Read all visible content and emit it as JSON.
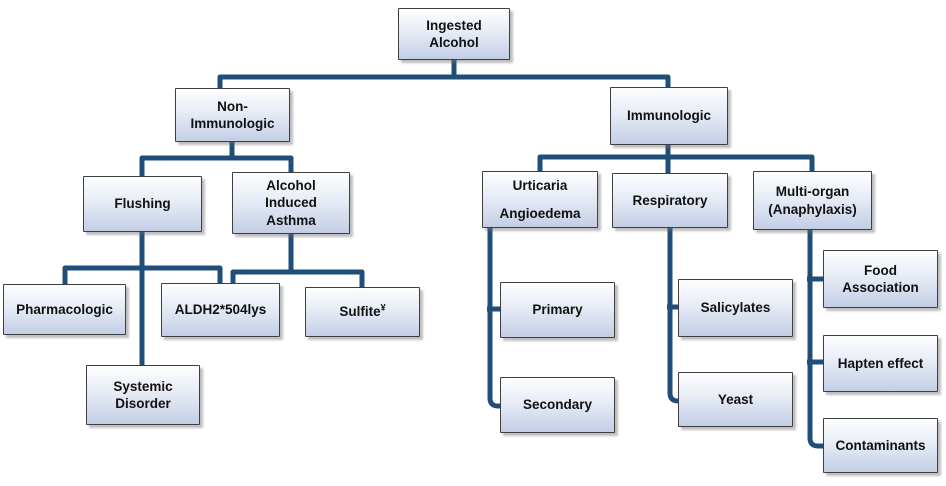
{
  "diagram": {
    "nodes": [
      {
        "id": "ingested-alcohol",
        "label": "Ingested\nAlcohol"
      },
      {
        "id": "non-immunologic",
        "label": "Non-\nImmunologic"
      },
      {
        "id": "immunologic",
        "label": "Immunologic"
      },
      {
        "id": "flushing",
        "label": "Flushing"
      },
      {
        "id": "alcohol-induced-asthma",
        "label": "Alcohol\nInduced\nAsthma"
      },
      {
        "id": "pharmacologic",
        "label": "Pharmacologic"
      },
      {
        "id": "aldh2-504lys",
        "label": "ALDH2*504lys"
      },
      {
        "id": "sulfite",
        "label": "Sulfite",
        "sup": "¥"
      },
      {
        "id": "systemic-disorder",
        "label": "Systemic\nDisorder"
      },
      {
        "id": "urticaria-angioedema",
        "label": "Urticaria\nAngioedema"
      },
      {
        "id": "respiratory",
        "label": "Respiratory"
      },
      {
        "id": "multi-organ-anaphylaxis",
        "label": "Multi-organ\n(Anaphylaxis)"
      },
      {
        "id": "primary",
        "label": "Primary"
      },
      {
        "id": "secondary",
        "label": "Secondary"
      },
      {
        "id": "salicylates",
        "label": "Salicylates"
      },
      {
        "id": "yeast",
        "label": "Yeast"
      },
      {
        "id": "food-association",
        "label": "Food\nAssociation"
      },
      {
        "id": "hapten-effect",
        "label": "Hapten effect"
      },
      {
        "id": "contaminants",
        "label": "Contaminants"
      }
    ],
    "edges": [
      [
        "ingested-alcohol",
        "non-immunologic"
      ],
      [
        "ingested-alcohol",
        "immunologic"
      ],
      [
        "non-immunologic",
        "flushing"
      ],
      [
        "non-immunologic",
        "alcohol-induced-asthma"
      ],
      [
        "flushing",
        "pharmacologic"
      ],
      [
        "flushing",
        "aldh2-504lys"
      ],
      [
        "flushing",
        "systemic-disorder"
      ],
      [
        "alcohol-induced-asthma",
        "aldh2-504lys"
      ],
      [
        "alcohol-induced-asthma",
        "sulfite"
      ],
      [
        "immunologic",
        "urticaria-angioedema"
      ],
      [
        "immunologic",
        "respiratory"
      ],
      [
        "immunologic",
        "multi-organ-anaphylaxis"
      ],
      [
        "urticaria-angioedema",
        "primary"
      ],
      [
        "urticaria-angioedema",
        "secondary"
      ],
      [
        "respiratory",
        "salicylates"
      ],
      [
        "respiratory",
        "yeast"
      ],
      [
        "multi-organ-anaphylaxis",
        "food-association"
      ],
      [
        "multi-organ-anaphylaxis",
        "hapten-effect"
      ],
      [
        "multi-organ-anaphylaxis",
        "contaminants"
      ]
    ]
  },
  "colors": {
    "connector": "#1f4e79",
    "node_border": "#3f3f3f",
    "node_fill_top": "#fdfeff",
    "node_fill_bottom": "#c3cee5",
    "node_text": "#111111",
    "background": "#ffffff"
  }
}
